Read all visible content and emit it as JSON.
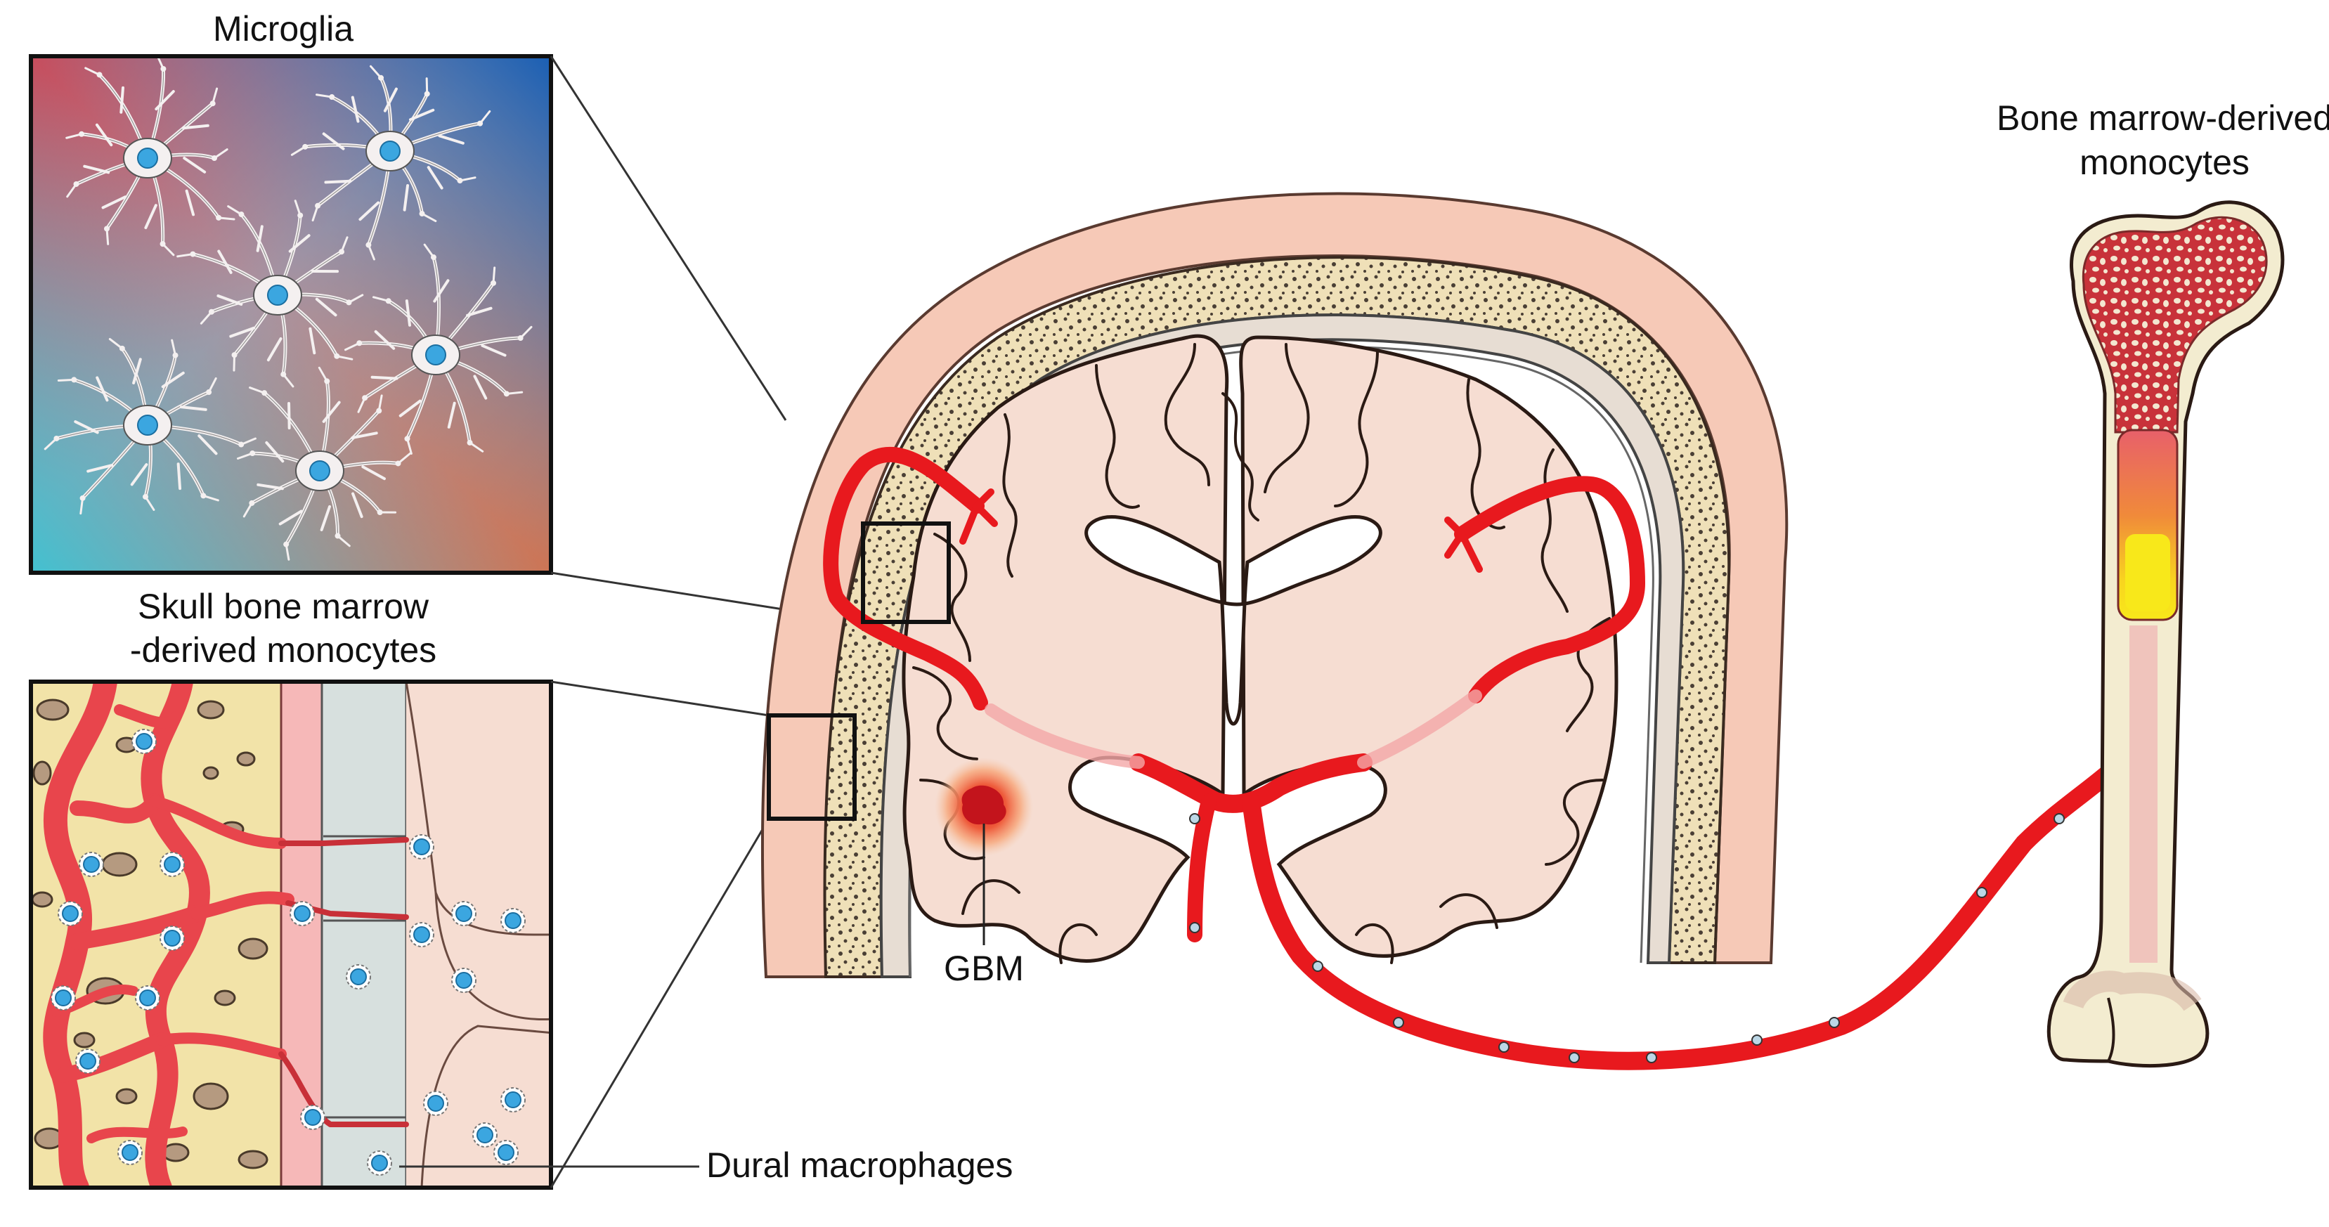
{
  "labels": {
    "microglia": "Microglia",
    "skull_marrow_line1": "Skull bone marrow",
    "skull_marrow_line2": "-derived monocytes",
    "bone_marrow_line1": "Bone marrow-derived",
    "bone_marrow_line2": "monocytes",
    "gbm": "GBM",
    "dural_macrophages": "Dural macrophages"
  },
  "colors": {
    "artery": "#e8191e",
    "skin": "#f6c9b7",
    "skull_bone": "#efe4c2",
    "brain": "#f6ddd2",
    "brain_outline": "#2a1a14",
    "marrow": "#c8323a",
    "nucleus": "#3ba6e0",
    "bone_cream": "#f3ecd0",
    "marrow_yellow": "#f6e21a"
  }
}
